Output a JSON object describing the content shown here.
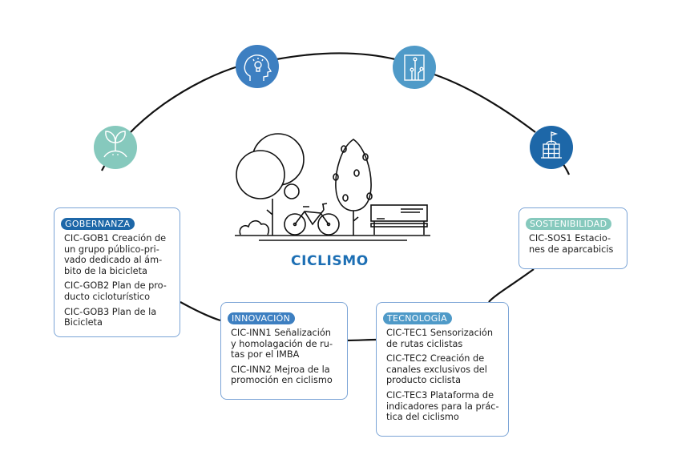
{
  "diagram": {
    "title": "CICLISMO",
    "center_illustration": "park-with-bicycle-trees-bench",
    "icons": [
      {
        "name": "sprout-icon",
        "category": "governance",
        "color": "#86c9bd"
      },
      {
        "name": "head-lightbulb-icon",
        "category": "innovation",
        "color": "#3d7fc1"
      },
      {
        "name": "circuit-board-icon",
        "category": "technology",
        "color": "#4f9ac8"
      },
      {
        "name": "government-building-icon",
        "category": "sustainability",
        "color": "#1d67a8"
      }
    ],
    "boxes": {
      "gobernanza": {
        "label": "GOBERNANZA",
        "color": "#1d67a8",
        "items": [
          "CIC-GOB1 Creación de un grupo público-pri-vado dedicado al ám-bito de la bicicleta",
          "CIC-GOB2 Plan de pro-ducto cicloturístico",
          "CIC-GOB3 Plan de la Bicicleta"
        ]
      },
      "innovacion": {
        "label": "INNOVACIÓN",
        "color": "#3d7fc1",
        "items": [
          "CIC-INN1 Señalización y homolagación de ru-tas por el IMBA",
          "CIC-INN2 Mejroa de la promoción en ciclismo"
        ]
      },
      "tecnologia": {
        "label": "TECNOLOGÍA",
        "color": "#4f9ac8",
        "items": [
          "CIC-TEC1 Sensorización de rutas ciclistas",
          "CIC-TEC2 Creación de canales exclusivos del producto ciclista",
          "CIC-TEC3 Plataforma de indicadores para la prác-tica del ciclismo"
        ]
      },
      "sostenibilidad": {
        "label": "SOSTENIBILIDAD",
        "color": "#86c9bd",
        "items": [
          "CIC-SOS1 Estacio-nes de aparcabicis"
        ]
      }
    }
  }
}
